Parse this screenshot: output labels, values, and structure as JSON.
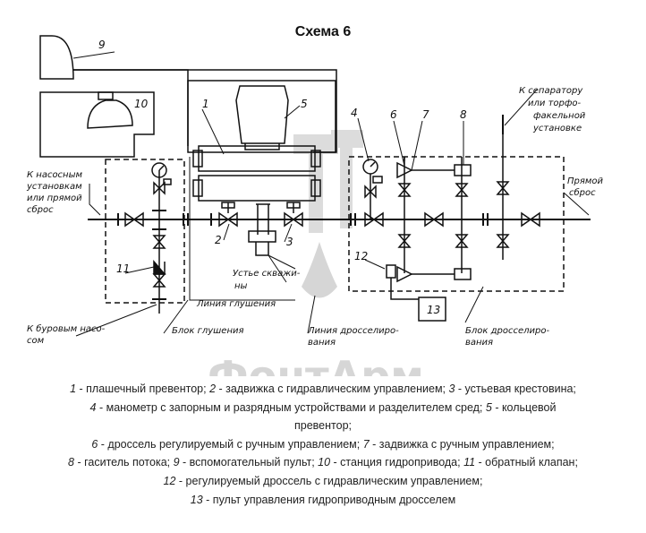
{
  "title": "Схема 6",
  "watermark": "ФонтАрм",
  "callouts": [
    "1",
    "2",
    "3",
    "4",
    "5",
    "6",
    "7",
    "8",
    "9",
    "10",
    "11",
    "12",
    "13"
  ],
  "annotations": {
    "left_inlet": [
      "К насосным",
      "установкам",
      "или прямой",
      "сброс"
    ],
    "right_top": [
      "К сепаратору",
      "или торфо-",
      "факельной",
      "установке"
    ],
    "right_outlet": [
      "Прямой",
      "сброс"
    ],
    "wellhead": [
      "Устье скважи-",
      "ны"
    ],
    "kill_line": "Линия глушения",
    "to_pumps": [
      "К буровым насо-",
      "сом"
    ],
    "kill_block": "Блок глушения",
    "choke_line": [
      "Линия дросселиро-",
      "вания"
    ],
    "choke_block": [
      "Блок дросселиро-",
      "вания"
    ]
  },
  "legend": [
    [
      {
        "n": "1",
        "t": " - плашечный превентор; "
      },
      {
        "n": "2",
        "t": " - задвижка с гидравлическим управлением; "
      },
      {
        "n": "3",
        "t": " - устьевая крестовина;"
      }
    ],
    [
      {
        "n": "4",
        "t": " - манометр с запорным и разрядным устройствами и разделителем сред; "
      },
      {
        "n": "5",
        "t": " - кольцевой"
      }
    ],
    [
      {
        "n": "",
        "t": "превентор;"
      }
    ],
    [
      {
        "n": "6",
        "t": " - дроссель регулируемый с ручным управлением; "
      },
      {
        "n": "7",
        "t": " - задвижка с ручным управлением;"
      }
    ],
    [
      {
        "n": "8",
        "t": " - гаситель потока; "
      },
      {
        "n": "9",
        "t": " - вспомогательный пульт; "
      },
      {
        "n": "10",
        "t": " - станция гидропривода; "
      },
      {
        "n": "11",
        "t": " - обратный клапан;"
      }
    ],
    [
      {
        "n": "12",
        "t": " - регулируемый дроссель с гидравлическим управлением;"
      }
    ],
    [
      {
        "n": "13",
        "t": " - пульт управления гидроприводным дросселем"
      }
    ]
  ]
}
